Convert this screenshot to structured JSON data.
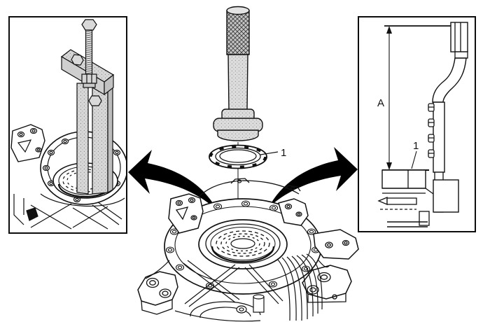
{
  "illustration": {
    "background_color": "#ffffff",
    "line_color": "#111111",
    "arrow_color": "#000000",
    "tool_fill_color": "#d9d9d9"
  },
  "callouts": {
    "seal_center": "1",
    "panel_dimension": "A",
    "panel_seal": "1"
  }
}
